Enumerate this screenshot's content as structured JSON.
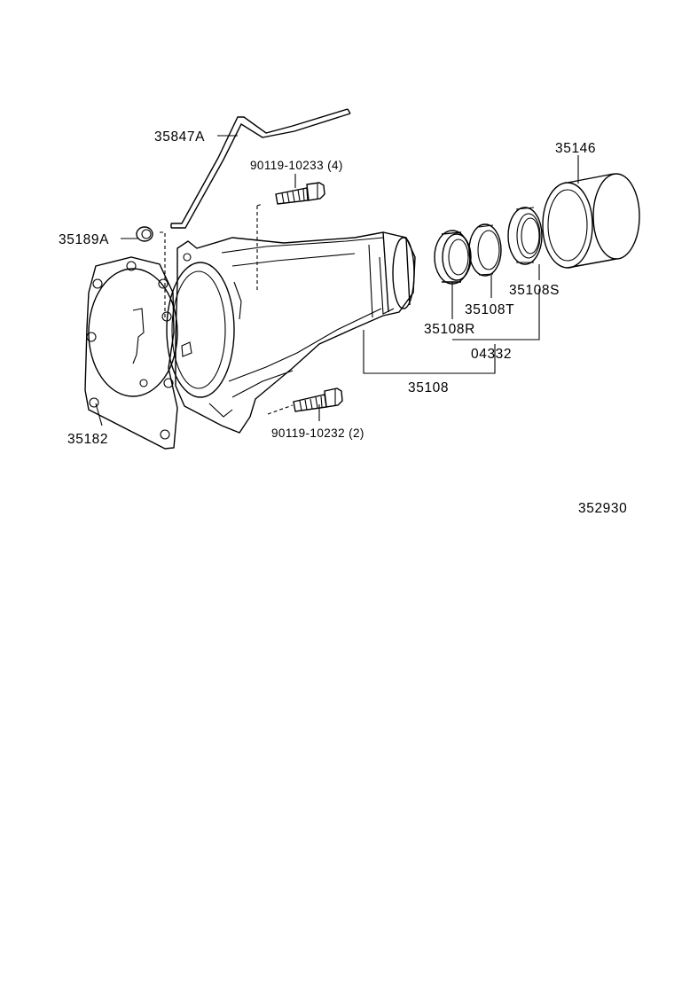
{
  "parts": {
    "tube": "35847A",
    "bolt_upper": "90119-10233 (4)",
    "plug": "35189A",
    "gasket": "35182",
    "housing": "35108",
    "bolt_lower": "90119-10232 (2)",
    "sleeve": "35146",
    "seal_s": "35108S",
    "seal_t": "35108T",
    "seal_r": "35108R",
    "kit": "04332"
  },
  "figure_number": "352930"
}
